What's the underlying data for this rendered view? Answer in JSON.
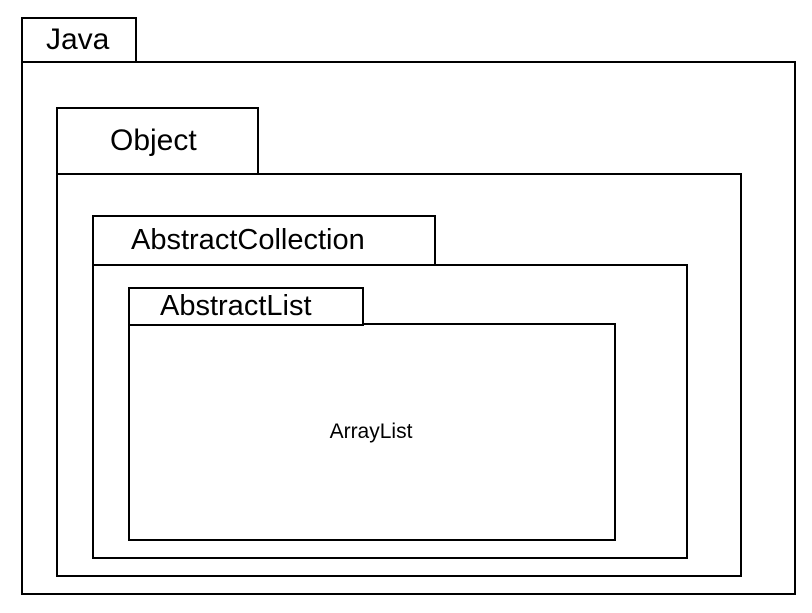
{
  "packages": [
    {
      "id": "java",
      "label": "Java"
    },
    {
      "id": "object",
      "label": "Object"
    },
    {
      "id": "abstract_collection",
      "label": "AbstractCollection"
    },
    {
      "id": "abstract_list",
      "label": "AbstractList"
    }
  ],
  "inner_class": {
    "label": "ArrayList"
  },
  "colors": {
    "line": "#000000",
    "background": "#ffffff"
  }
}
